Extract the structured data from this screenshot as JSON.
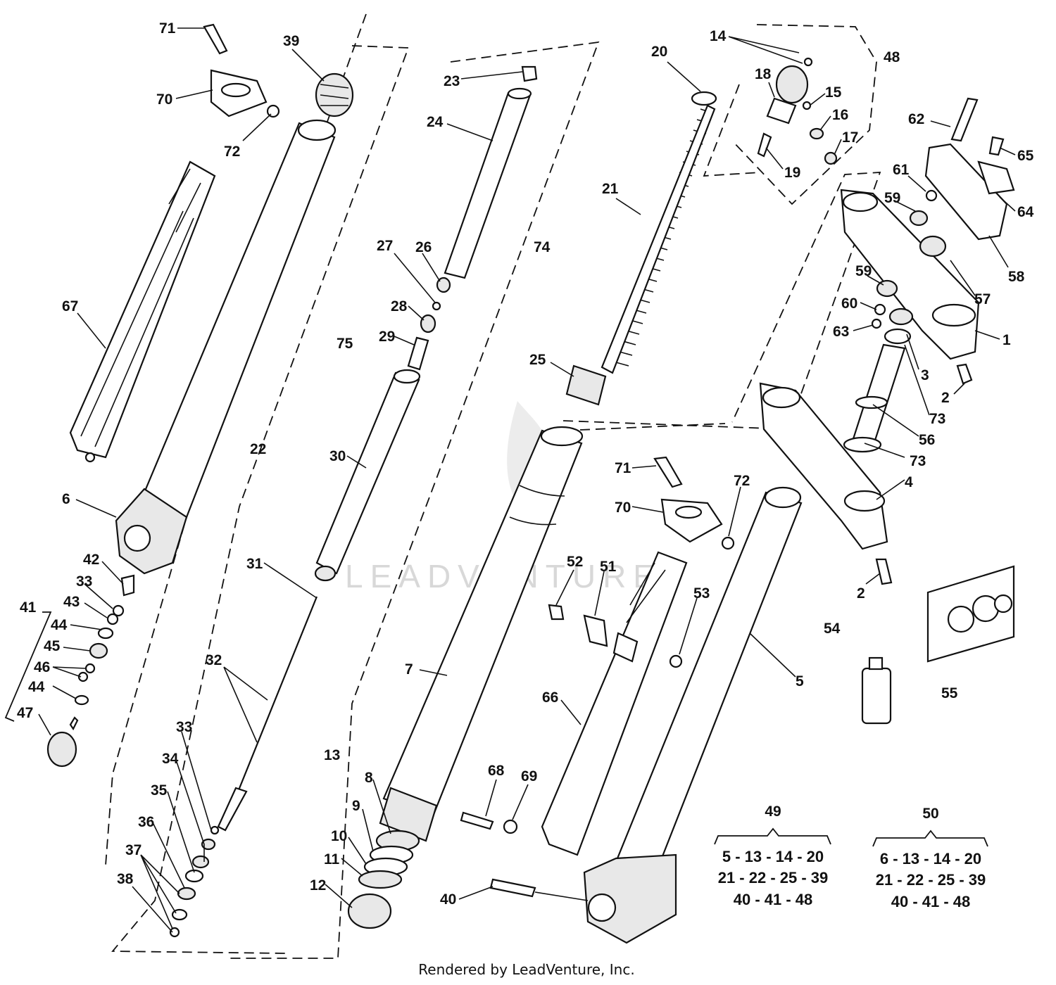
{
  "diagram": {
    "callouts": [
      "71",
      "70",
      "72",
      "39",
      "67",
      "6",
      "42",
      "33",
      "43",
      "44",
      "45",
      "46",
      "44",
      "47",
      "41",
      "22",
      "31",
      "32",
      "33",
      "34",
      "35",
      "36",
      "37",
      "38",
      "23",
      "24",
      "75",
      "27",
      "26",
      "28",
      "29",
      "30",
      "13",
      "7",
      "8",
      "9",
      "10",
      "11",
      "12",
      "40",
      "68",
      "69",
      "66",
      "52",
      "51",
      "53",
      "71",
      "70",
      "72",
      "5",
      "20",
      "21",
      "74",
      "25",
      "14",
      "48",
      "18",
      "15",
      "16",
      "17",
      "19",
      "62",
      "65",
      "64",
      "61",
      "59",
      "58",
      "57",
      "59",
      "60",
      "63",
      "1",
      "3",
      "2",
      "73",
      "56",
      "73",
      "4",
      "2",
      "54",
      "55"
    ],
    "kits": [
      {
        "number": "49",
        "lines": [
          "5 - 13 - 14 - 20",
          "21 - 22 - 25 - 39",
          "40 - 41 - 48"
        ]
      },
      {
        "number": "50",
        "lines": [
          "6 - 13 - 14 - 20",
          "21 - 22 - 25 - 39",
          "40 - 41 - 48"
        ]
      }
    ],
    "watermark": "LEADVENTURE",
    "footer": "Rendered by LeadVenture, Inc."
  }
}
